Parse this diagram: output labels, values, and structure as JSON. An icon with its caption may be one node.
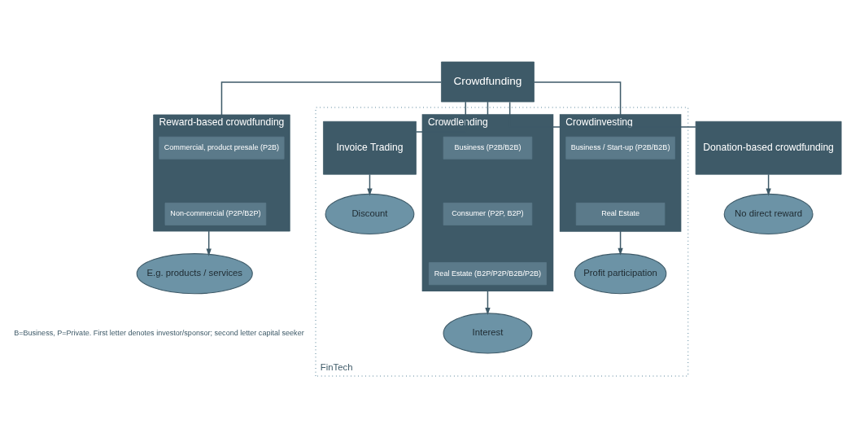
{
  "diagram": {
    "nodes": [
      {
        "text": [
          "Crowdfunding"
        ]
      },
      {
        "text": [
          "Reward-based crowdfunding"
        ]
      },
      {
        "text": [
          "Commercial, product presale (P2B)"
        ],
        "in": 1
      },
      {
        "text": [
          "Non-commercial (P2P/B2P)"
        ],
        "in": 1
      },
      {
        "text": [
          "Donation-based crowdfunding"
        ]
      },
      {
        "text": [
          "FinTech"
        ]
      },
      {
        "text": [
          "Crowdinvesting"
        ],
        "in": 5
      },
      {
        "text": [
          "Business / Start-up (P2B/B2B)"
        ],
        "in": 6
      },
      {
        "text": [
          "Real Estate"
        ],
        "in": 6
      },
      {
        "text": [
          "Crowdlending"
        ],
        "in": 5
      },
      {
        "text": [
          "Business (P2B/B2B)"
        ],
        "in": 9
      },
      {
        "text": [
          "Consumer (P2P, B2P)"
        ],
        "in": 9
      },
      {
        "text": [
          "Real Estate (B2P/P2P/B2B/P2B)"
        ],
        "in": 9
      },
      {
        "text": [
          "Invoice Trading"
        ],
        "in": 5
      },
      {
        "text": [
          "E.g. products / services"
        ]
      },
      {
        "text": [
          "No direct reward"
        ]
      },
      {
        "text": [
          "Profit participation"
        ],
        "in": 5
      },
      {
        "text": [
          "Interest"
        ],
        "in": 5
      },
      {
        "text": [
          "Discount"
        ],
        "in": 5
      }
    ],
    "edges": [
      {
        "from": 0,
        "to": 1,
        "arrow": "none"
      },
      {
        "from": 0,
        "to": 4,
        "arrow": "none"
      },
      {
        "from": 0,
        "to": 6,
        "arrow": "none"
      },
      {
        "from": 0,
        "to": 9,
        "arrow": "none"
      },
      {
        "from": 0,
        "to": 13,
        "arrow": "none"
      },
      {
        "from": 1,
        "to": 14,
        "arrow": "to"
      },
      {
        "from": 4,
        "to": 15,
        "arrow": "to"
      },
      {
        "from": 6,
        "to": 16,
        "arrow": "to"
      },
      {
        "from": 9,
        "to": 17,
        "arrow": "to"
      },
      {
        "from": 13,
        "to": 18,
        "arrow": "to"
      }
    ],
    "labels": [
      "B=Business, P=Private. First letter denotes investor/sponsor; second letter capital seeker"
    ]
  }
}
